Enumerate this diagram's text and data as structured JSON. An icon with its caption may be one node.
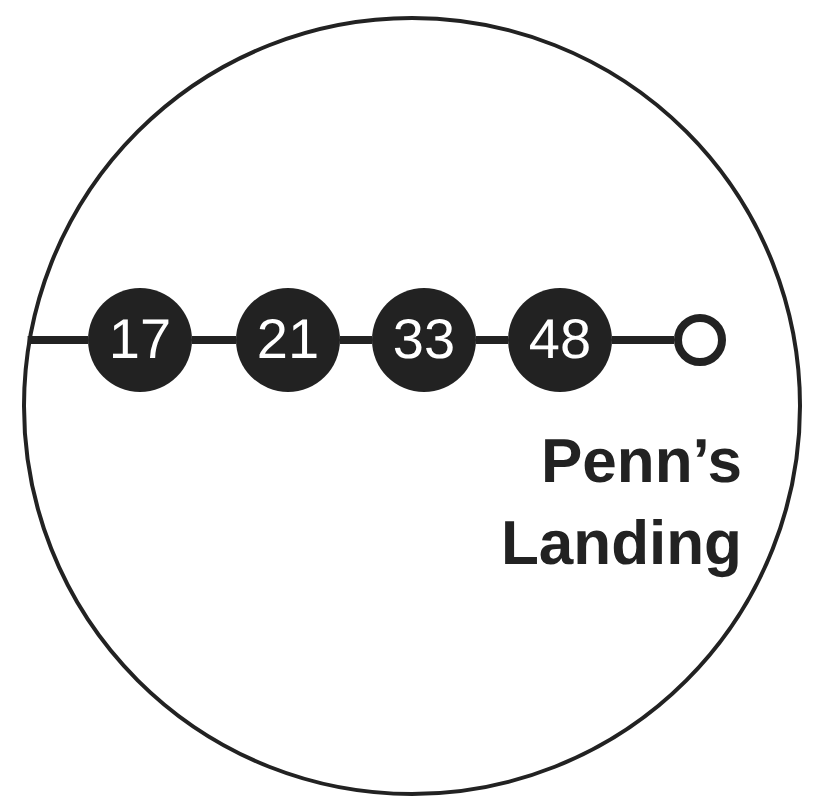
{
  "diagram": {
    "nodes": [
      {
        "text": [],
        "shape": "circle"
      },
      {
        "text": [
          "17"
        ],
        "in": 0
      },
      {
        "text": [
          "21"
        ],
        "in": 0
      },
      {
        "text": [
          "33"
        ],
        "in": 0
      },
      {
        "text": [
          "48"
        ],
        "in": 0
      },
      {
        "text": [],
        "shape": "circle",
        "in": 0,
        "beside": [
          "Penn’s Landing"
        ]
      }
    ],
    "edges": [
      {
        "from": null,
        "to": 1,
        "arrow": "none"
      },
      {
        "from": 1,
        "to": 2,
        "arrow": "none"
      },
      {
        "from": 2,
        "to": 3,
        "arrow": "none"
      },
      {
        "from": 3,
        "to": 4,
        "arrow": "none"
      },
      {
        "from": 4,
        "to": 5,
        "arrow": "none"
      }
    ]
  }
}
